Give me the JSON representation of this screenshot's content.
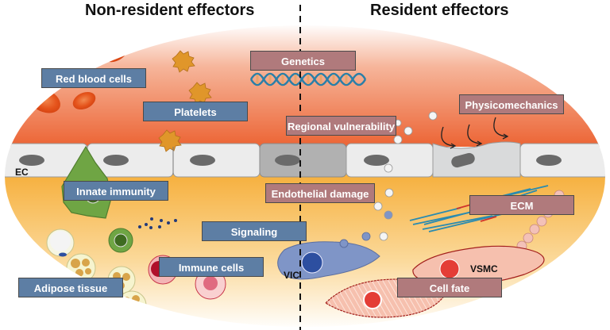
{
  "headings": {
    "left": "Non-resident effectors",
    "right": "Resident effectors"
  },
  "labels": {
    "red_blood_cells": "Red blood cells",
    "platelets": "Platelets",
    "genetics": "Genetics",
    "regional_vulnerability": "Regional vulnerability",
    "physicomechanics": "Physicomechanics",
    "innate_immunity": "Innate immunity",
    "endothelial_damage": "Endothelial damage",
    "signaling": "Signaling",
    "immune_cells": "Immune cells",
    "adipose_tissue": "Adipose tissue",
    "ecm": "ECM",
    "cell_fate": "Cell fate"
  },
  "cell_tags": {
    "ec": "EC",
    "vic": "VIC",
    "vsmc": "VSMC"
  },
  "colors": {
    "non_resident_label": "#5d7ea4",
    "resident_label": "#b07a7c",
    "lumen": "#ee6a3c",
    "tissue": "#f7b542",
    "endothelium": "#ececec"
  }
}
